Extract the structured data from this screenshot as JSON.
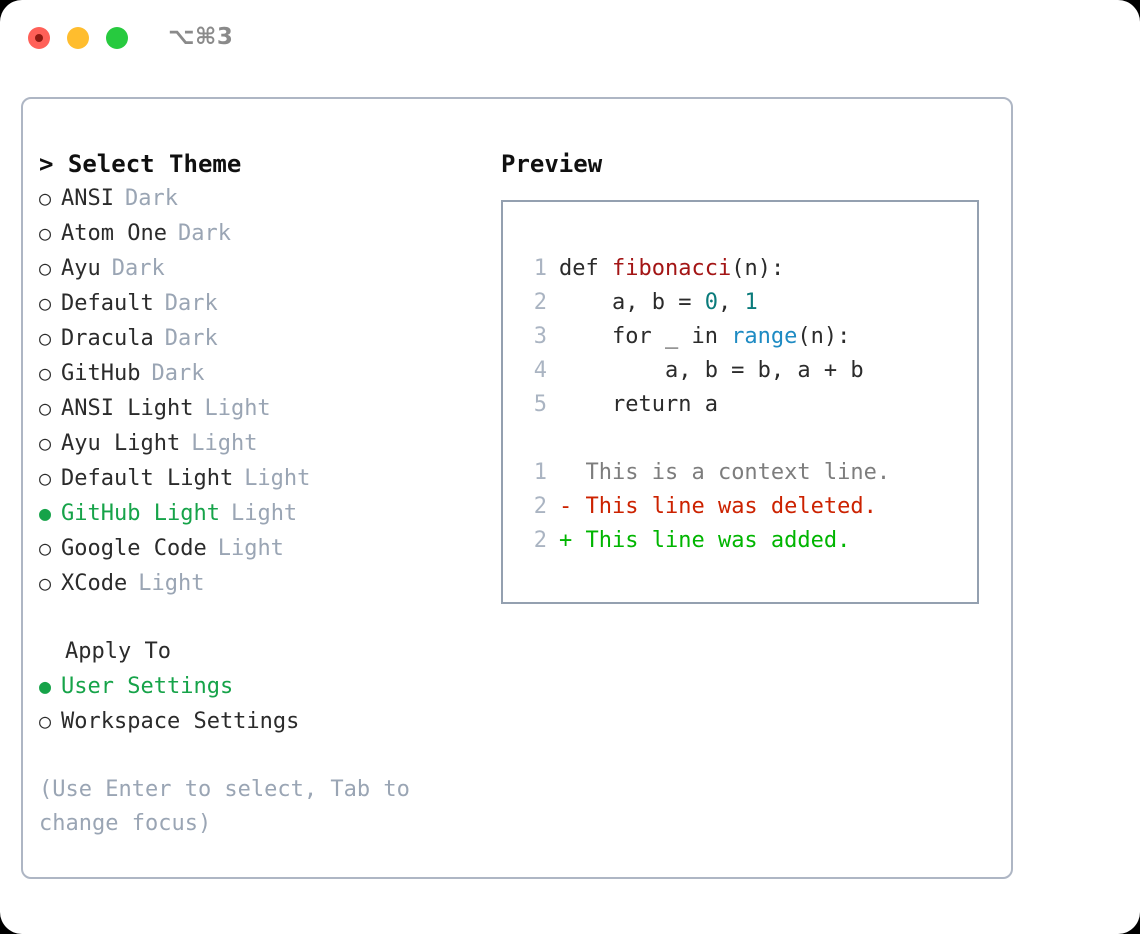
{
  "window": {
    "shortcut": "⌥⌘3",
    "traffic_lights": [
      "close-red",
      "minimize-yellow",
      "maximize-green"
    ]
  },
  "colors": {
    "panel_border": "#aeb6c4",
    "preview_border": "#94a0b0",
    "selection_green": "#16a349",
    "tag_gray": "#9aa5b4",
    "line_number": "#aab4c2",
    "hint_gray": "#9aa5b4",
    "syntax_function": "#a31515",
    "syntax_number": "#0a7b7b",
    "syntax_call": "#1e8bc3",
    "diff_context": "#7d7d7d",
    "diff_deleted": "#cc2200",
    "diff_added": "#00b500"
  },
  "theme_picker": {
    "caret": ">",
    "title": "Select Theme",
    "bullet_unselected": "○",
    "bullet_selected": "●",
    "options": [
      {
        "name": "ANSI",
        "tag": "Dark",
        "selected": false
      },
      {
        "name": "Atom One",
        "tag": "Dark",
        "selected": false
      },
      {
        "name": "Ayu",
        "tag": "Dark",
        "selected": false
      },
      {
        "name": "Default",
        "tag": "Dark",
        "selected": false
      },
      {
        "name": "Dracula",
        "tag": "Dark",
        "selected": false
      },
      {
        "name": "GitHub",
        "tag": "Dark",
        "selected": false
      },
      {
        "name": "ANSI Light",
        "tag": "Light",
        "selected": false
      },
      {
        "name": "Ayu Light",
        "tag": "Light",
        "selected": false
      },
      {
        "name": "Default Light",
        "tag": "Light",
        "selected": false
      },
      {
        "name": "GitHub Light",
        "tag": "Light",
        "selected": true
      },
      {
        "name": "Google Code",
        "tag": "Light",
        "selected": false
      },
      {
        "name": "XCode",
        "tag": "Light",
        "selected": false
      }
    ]
  },
  "apply_to": {
    "title": "Apply To",
    "options": [
      {
        "name": "User Settings",
        "selected": true
      },
      {
        "name": "Workspace Settings",
        "selected": false
      }
    ]
  },
  "hint": "(Use Enter to select, Tab to change focus)",
  "preview": {
    "title": "Preview",
    "code_lines": [
      {
        "number": "1",
        "tokens": [
          {
            "text": "def ",
            "kind": "plain"
          },
          {
            "text": "fibonacci",
            "kind": "function"
          },
          {
            "text": "(n):",
            "kind": "plain"
          }
        ]
      },
      {
        "number": "2",
        "tokens": [
          {
            "text": "    a, b = ",
            "kind": "plain"
          },
          {
            "text": "0",
            "kind": "number"
          },
          {
            "text": ", ",
            "kind": "plain"
          },
          {
            "text": "1",
            "kind": "number"
          }
        ]
      },
      {
        "number": "3",
        "tokens": [
          {
            "text": "    for _ in ",
            "kind": "plain"
          },
          {
            "text": "range",
            "kind": "call"
          },
          {
            "text": "(n):",
            "kind": "plain"
          }
        ]
      },
      {
        "number": "4",
        "tokens": [
          {
            "text": "        a, b = b, a + b",
            "kind": "plain"
          }
        ]
      },
      {
        "number": "5",
        "tokens": [
          {
            "text": "    return a",
            "kind": "plain"
          }
        ]
      }
    ],
    "diff_lines": [
      {
        "number": "1",
        "marker": " ",
        "text": " This is a context line.",
        "kind": "context"
      },
      {
        "number": "2",
        "marker": "-",
        "text": " This line was deleted.",
        "kind": "deleted"
      },
      {
        "number": "2",
        "marker": "+",
        "text": " This line was added.",
        "kind": "added"
      }
    ]
  }
}
